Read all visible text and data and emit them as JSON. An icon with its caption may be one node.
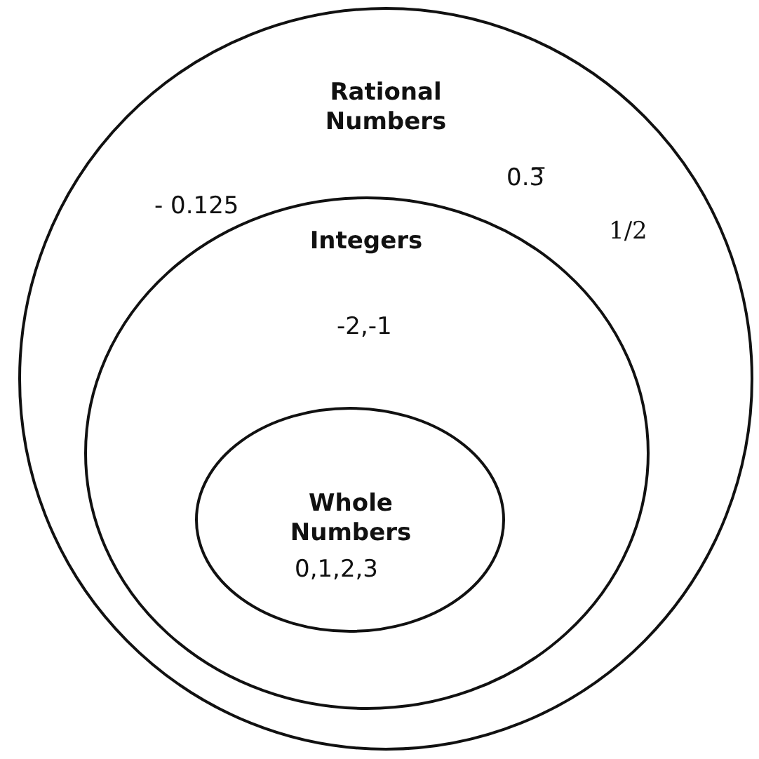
{
  "diagram": {
    "nodes": [
      {
        "text": [
          "Rational Numbers",
          "- 0.125",
          "0.3̅",
          "1/2"
        ]
      },
      {
        "text": [
          "Integers",
          "-2,-1"
        ],
        "in": 0
      },
      {
        "text": [
          "Whole Numbers",
          "0,1,2,3"
        ],
        "in": 1
      }
    ],
    "edges": []
  }
}
